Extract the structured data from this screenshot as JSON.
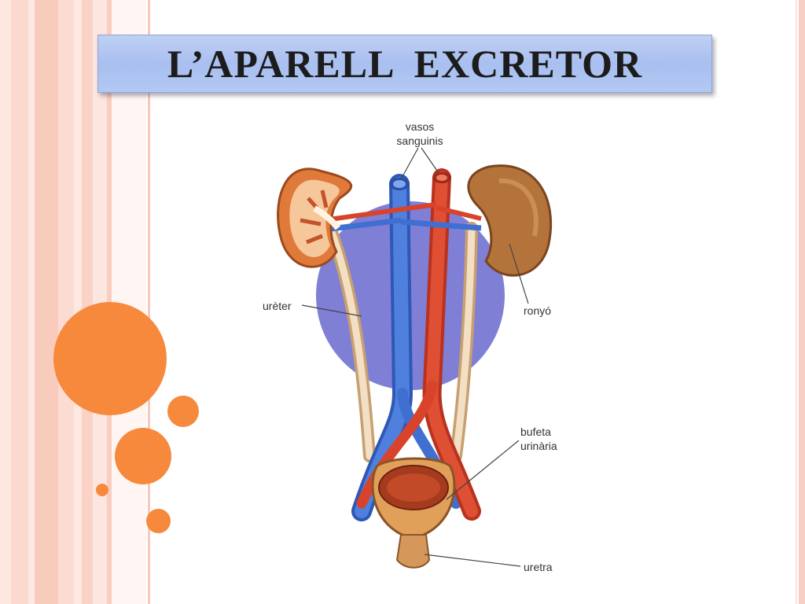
{
  "slide": {
    "title": "L’APARELL  EXCRETOR"
  },
  "diagram": {
    "labels": {
      "vasos_line1": "vasos",
      "vasos_line2": "sanguinis",
      "ureter": "urèter",
      "ronyo": "ronyó",
      "bufeta_line1": "bufeta",
      "bufeta_line2": "urinària",
      "uretra": "uretra"
    }
  },
  "colors": {
    "accent_orange": "#f7893d",
    "title_blue": "#aec2f1",
    "stripe_pink": "#f8cfc4",
    "vein_blue": "#3f6fd1",
    "artery_red": "#d8432a",
    "organ_brown": "#c98a4a",
    "background_blob": "#7f7fd6"
  }
}
